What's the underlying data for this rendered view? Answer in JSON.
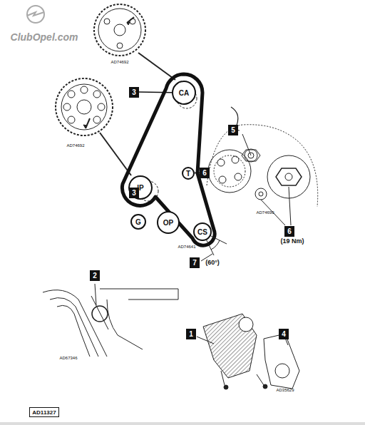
{
  "diagram": {
    "nodes": [
      {
        "text": [
          "CA"
        ]
      },
      {
        "text": [
          "3"
        ]
      },
      {
        "text": [
          "5"
        ]
      },
      {
        "text": [
          "T"
        ]
      },
      {
        "text": [
          "6"
        ]
      },
      {
        "text": [
          "IP"
        ]
      },
      {
        "text": [
          "3"
        ]
      },
      {
        "text": [
          "6"
        ]
      },
      {
        "text": [
          "G"
        ]
      },
      {
        "text": [
          "OP"
        ]
      },
      {
        "text": [
          "CS"
        ]
      },
      {
        "text": [
          "7"
        ]
      },
      {
        "text": [
          "2"
        ]
      },
      {
        "text": [
          "1"
        ]
      },
      {
        "text": [
          "4"
        ]
      },
      {
        "text": [
          "AD11327"
        ]
      }
    ],
    "edges": [
      {
        "from": 1,
        "to": 0,
        "arrow": "none"
      },
      {
        "from": 4,
        "to": 3,
        "arrow": "none"
      },
      {
        "from": 6,
        "to": 5,
        "arrow": "none"
      }
    ],
    "labels": [
      "ClubOpel.com",
      "AD74692",
      "AD74692",
      "AD74690",
      "(19 Nm)",
      "AD74641",
      "(60°)",
      "AD67346",
      "AD35629"
    ]
  }
}
